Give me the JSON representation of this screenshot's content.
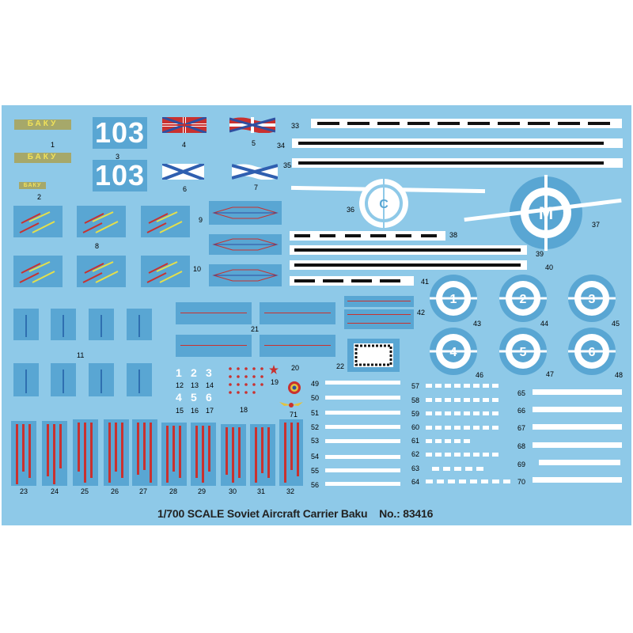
{
  "sheet_title": "1/700 SCALE Soviet Aircraft Carrier Baku",
  "product_number": "No.: 83416",
  "hull_numbers": [
    "103",
    "103"
  ],
  "yellow_text": [
    "БАКУ",
    "БАКУ",
    "БАКУ"
  ],
  "small_digits": [
    "1",
    "2",
    "3",
    "4",
    "5",
    "6"
  ],
  "circle_letters": [
    "C",
    "M"
  ],
  "circle_digits": [
    "1",
    "2",
    "3",
    "4",
    "5",
    "6"
  ],
  "labels": {
    "l1": "1",
    "l2": "2",
    "l3": "3",
    "l4": "4",
    "l5": "5",
    "l6": "6",
    "l7": "7",
    "l8": "8",
    "l9": "9",
    "l10": "10",
    "l11": "11",
    "l12": "12",
    "l13": "13",
    "l14": "14",
    "l15": "15",
    "l16": "16",
    "l17": "17",
    "l18": "18",
    "l19": "19",
    "l20": "20",
    "l21": "21",
    "l22": "22",
    "l23": "23",
    "l24": "24",
    "l25": "25",
    "l26": "26",
    "l27": "27",
    "l28": "28",
    "l29": "29",
    "l30": "30",
    "l31": "31",
    "l32": "32",
    "l33": "33",
    "l34": "34",
    "l35": "35",
    "l36": "36",
    "l37": "37",
    "l38": "38",
    "l39": "39",
    "l40": "40",
    "l41": "41",
    "l42": "42",
    "l43": "43",
    "l44": "44",
    "l45": "45",
    "l46": "46",
    "l47": "47",
    "l48": "48",
    "l49": "49",
    "l50": "50",
    "l51": "51",
    "l52": "52",
    "l53": "53",
    "l54": "54",
    "l55": "55",
    "l56": "56",
    "l57": "57",
    "l58": "58",
    "l59": "59",
    "l60": "60",
    "l61": "61",
    "l62": "62",
    "l63": "63",
    "l64": "64",
    "l65": "65",
    "l66": "66",
    "l67": "67",
    "l68": "68",
    "l69": "69",
    "l70": "70",
    "l71": "71"
  },
  "colors": {
    "sheet": "#8ec9e8",
    "decal_blue": "#59a6d3",
    "stripe_red": "#c9312f",
    "stripe_black": "#111111",
    "yellow": "#f1e25a"
  }
}
